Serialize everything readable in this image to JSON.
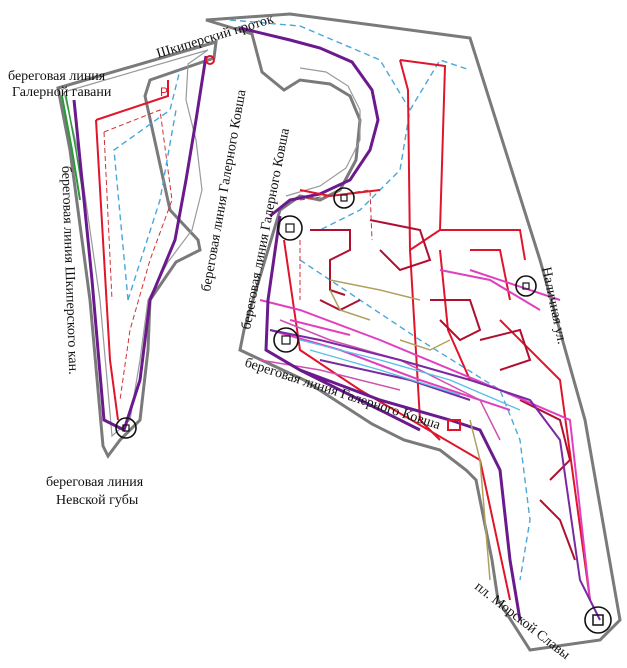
{
  "map": {
    "labels": {
      "galernaya_gavan_line1": "береговая линия",
      "galernaya_gavan_line2": "Галерной гавани",
      "shkiperskiy_protok": "Шкиперский проток",
      "shkiperskiy_kanal": "береговая линия Шкиперского кан.",
      "galerny_kovsh_1": "береговая линия Галерного Ковша",
      "galerny_kovsh_2": "береговая линия Галерного Ковша",
      "galerny_kovsh_3": "береговая линия Галерного Ковша",
      "nevskaya_guba_line1": "береговая линия",
      "nevskaya_guba_line2": "Невской губы",
      "nalichnaya": "Наличная ул.",
      "morskoy_slavy": "пл. Морской Славы"
    },
    "line_colors": {
      "boundary": "#7a7a7a",
      "red_lines": "#e0142a",
      "dark_red": "#b01030",
      "purple": "#6a1a8c",
      "magenta": "#e040c0",
      "cyan_dashed": "#4aa8d8",
      "olive": "#b0a060",
      "green": "#2a9a3a",
      "dashed_red": "#d0303a"
    }
  }
}
